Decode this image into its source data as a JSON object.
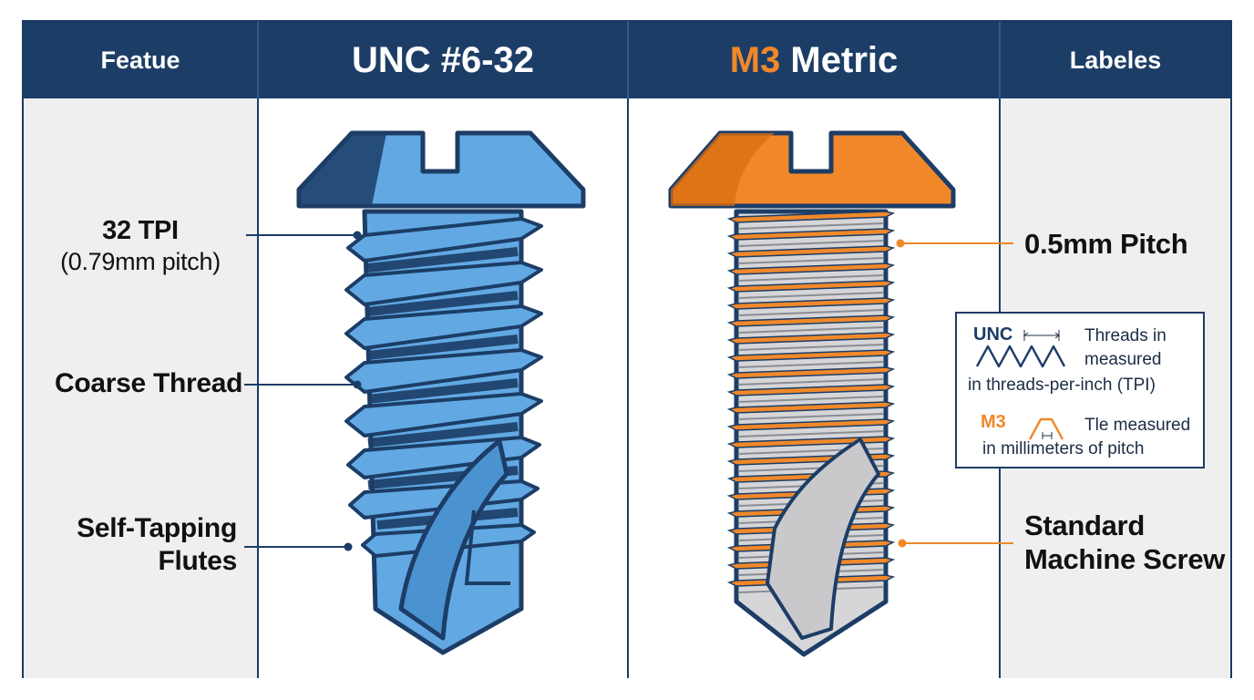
{
  "header": {
    "col1": "Featue",
    "col2": "UNC #6-32",
    "col3_prefix": "M3",
    "col3_suffix": " Metric",
    "col4": "Labeles"
  },
  "left_labels": {
    "tpi_title": "32 TPI",
    "tpi_sub": "(0.79mm pitch)",
    "coarse": "Coarse Thread",
    "self_tap_1": "Self-Tapping",
    "self_tap_2": "Flutes"
  },
  "right_labels": {
    "pitch": "0.5mm Pitch",
    "standard_1": "Standard",
    "standard_2": "Machine Screw"
  },
  "legend": {
    "unc_tag": "UNC",
    "unc_line1": "Threads in",
    "unc_line2": "measured",
    "unc_line3": "in threads-per-inch (TPI)",
    "m3_tag": "M3",
    "m3_line1": "Tle measured",
    "m3_line2": "in millimeters of pitch"
  },
  "colors": {
    "navy": "#1c3d66",
    "unc_blue": "#62a9e4",
    "m3_orange": "#f0882a",
    "steel_gray": "#d6d6d8"
  }
}
